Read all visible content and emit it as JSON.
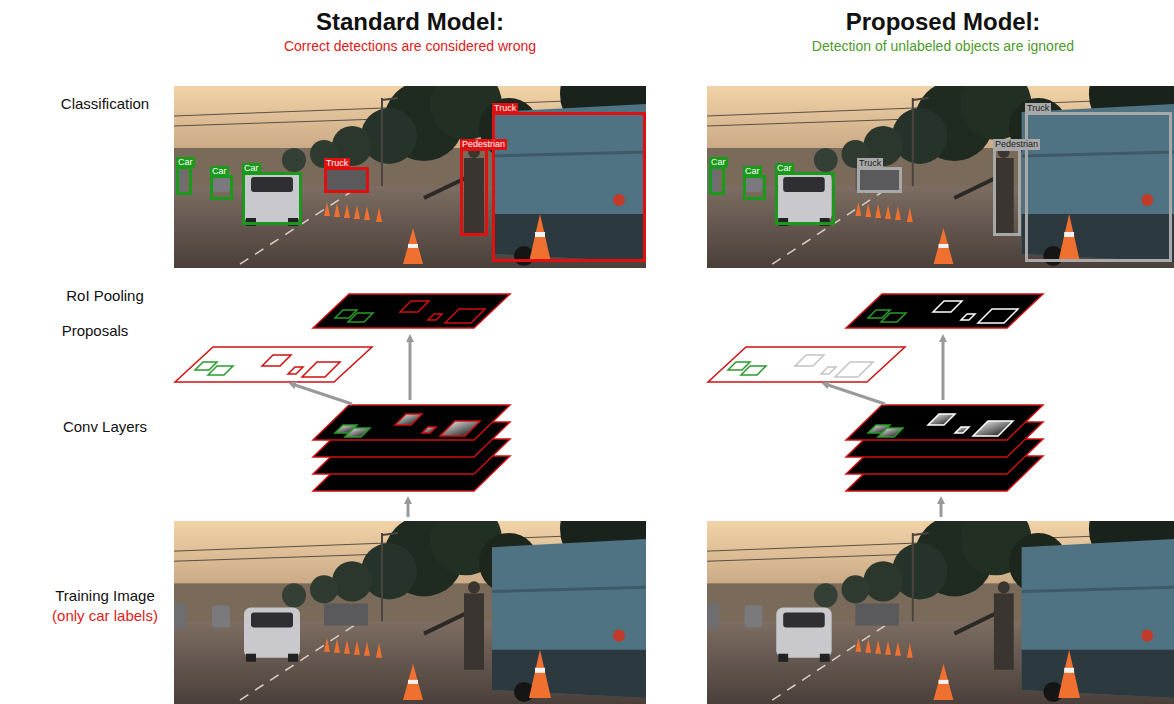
{
  "diagram": {
    "nodes": [
      {
        "text": [
          "Car"
        ]
      },
      {
        "text": [
          "Car"
        ]
      },
      {
        "text": [
          "Car"
        ]
      },
      {
        "text": [
          "Truck"
        ]
      },
      {
        "text": [
          "Pedestrian"
        ]
      },
      {
        "text": [
          "Truck"
        ]
      },
      {
        "text": [
          "Car"
        ]
      },
      {
        "text": [
          "Car"
        ]
      },
      {
        "text": [
          "Car"
        ]
      },
      {
        "text": [
          "Truck"
        ]
      },
      {
        "text": [
          "Pedestrian"
        ]
      },
      {
        "text": [
          "Truck"
        ]
      }
    ],
    "labels": [
      "Standard Model:",
      "Correct detections are considered wrong",
      "Proposed Model:",
      "Detection of unlabeled objects are ignored",
      "Classification",
      "RoI Pooling",
      "Proposals",
      "Conv Layers",
      "Training Image",
      "(only car labels)"
    ]
  }
}
